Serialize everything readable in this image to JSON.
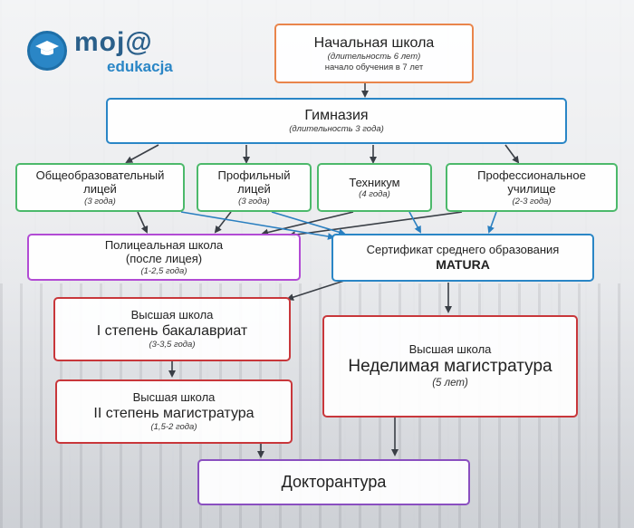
{
  "logo": {
    "word_top": "moj@",
    "word_bottom": "edukacja"
  },
  "nodes": {
    "primary": {
      "title": "Начальная школа",
      "line1": "(длительность 6 лет)",
      "line2": "начало обучения в 7 лет"
    },
    "gymnasium": {
      "title": "Гимназия",
      "line1": "(длительность 3 года)"
    },
    "general_lyceum": {
      "title1": "Общеобразовательный",
      "title2": "лицей",
      "line1": "(3 года)"
    },
    "profile_lyceum": {
      "title1": "Профильный",
      "title2": "лицей",
      "line1": "(3 года)"
    },
    "technikum": {
      "title": "Техникум",
      "line1": "(4 года)"
    },
    "vocational": {
      "title1": "Профессиональное",
      "title2": "училище",
      "line1": "(2-3 года)"
    },
    "post_lyceum": {
      "title1": "Полицеальная школа",
      "title2": "(после лицея)",
      "line1": "(1-2,5 года)"
    },
    "matura": {
      "title1": "Сертификат среднего образования",
      "title2": "MATURA"
    },
    "bachelor": {
      "title1": "Высшая школа",
      "title2": "I степень бакалавриат",
      "line1": "(3-3,5 года)"
    },
    "uniform_master": {
      "title1": "Высшая школа",
      "title2": "Неделимая магистратура",
      "line1": "(5 лет)"
    },
    "master": {
      "title1": "Высшая школа",
      "title2": "II степень магистратура",
      "line1": "(1,5-2 года)"
    },
    "doctorate": {
      "title": "Докторантура"
    }
  },
  "colors": {
    "orange": "#e9854b",
    "blue": "#2a86c6",
    "green": "#4cb96b",
    "purple": "#b24bd4",
    "red": "#c8373b",
    "violet": "#8a4fc0",
    "arrow_dark": "#3a3f46",
    "arrow_blue": "#2a7fc0"
  }
}
